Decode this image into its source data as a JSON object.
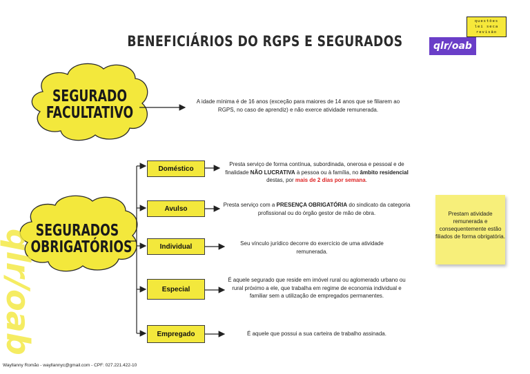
{
  "title": "BENEFICIÁRIOS DO RGPS E SEGURADOS",
  "logo": {
    "yellow_lines": [
      "questões",
      "lei seca",
      "revisão"
    ],
    "purple_text": "qlr/oab",
    "watermark_text": "qlr/oab"
  },
  "colors": {
    "yellow": "#f3e83c",
    "purple": "#6a3ec8",
    "sticky": "#f7ef7a",
    "accent_red": "#d22222"
  },
  "facultativo": {
    "label_line1": "SEGURADO",
    "label_line2": "FACULTATIVO",
    "description": "A idade mínima é de 16 anos (exceção para maiores de 14 anos que se filiarem ao RGPS, no caso de aprendiz) e não exerce atividade remunerada."
  },
  "obrigatorios": {
    "label_line1": "SEGURADOS",
    "label_line2": "OBRIGATÓRIOS",
    "categories": [
      {
        "label": "Doméstico",
        "desc_a": "Presta serviço de forma contínua, subordinada, onerosa e pessoal e de finalidade ",
        "desc_b": "NÃO LUCRATIVA",
        "desc_c": " à pessoa ou à família, no ",
        "desc_d": "âmbito residencial",
        "desc_e": " destas, por ",
        "desc_f": "mais de 2 dias por semana",
        "desc_g": "."
      },
      {
        "label": "Avulso",
        "desc_a": "Presta serviço com a ",
        "desc_b": "PRESENÇA OBRIGATÓRIA",
        "desc_c": " do sindicato da categoria profissional ou do órgão gestor de mão de obra."
      },
      {
        "label": "Individual",
        "desc": "Seu vínculo jurídico decorre do exercício de uma atividade remunerada."
      },
      {
        "label": "Especial",
        "desc": "É aquele segurado que reside em imóvel rural ou aglomerado urbano ou rural próximo a ele, que trabalha em regime de economia individual e familiar sem a utilização de empregados permanentes."
      },
      {
        "label": "Empregado",
        "desc": "É aquele que possui a sua carteira de trabalho assinada."
      }
    ]
  },
  "sticky_note": "Prestam atividade remunerada e consequentemente estão filiados de forma obrigatória.",
  "footer": "Wayllanny Romão - wayllannyc@gmail.com - CPF: 027.221.422-10"
}
